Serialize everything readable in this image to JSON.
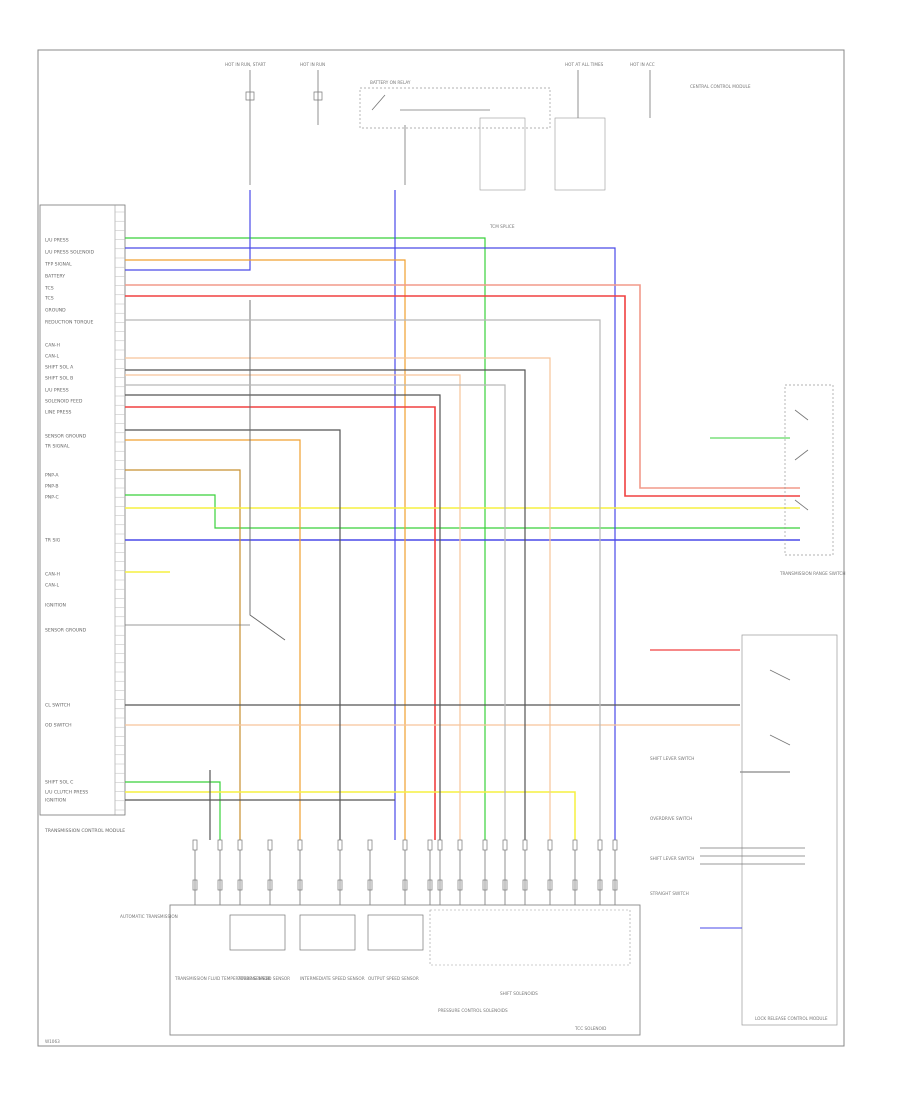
{
  "diagram": {
    "page_ref": "W1063",
    "tcm": {
      "name": "TRANSMISSION CONTROL MODULE",
      "pins": [
        "L/U PRESS",
        "L/U PRESS SOLENOID",
        "TFP SIGNAL",
        "BATTERY",
        "TCS",
        "TCS",
        "GROUND",
        "REDUCTION TORQUE",
        "CAN-H",
        "CAN-L",
        "SHIFT SOL A",
        "SHIFT SOL B",
        "L/U PRESS",
        "SOLENOID FEED",
        "LINE PRESS",
        "SENSOR GROUND",
        "TR SIGNAL",
        "PNP-A",
        "PNP-B",
        "PNP-C",
        "TR SIG",
        "CAN-H",
        "CAN-L",
        "IGNITION",
        "SENSOR GROUND",
        "CL SWITCH",
        "OD SWITCH",
        "SHIFT SOL C",
        "L/U CLUTCH PRESS",
        "IGNITION"
      ]
    },
    "top_labels": {
      "fuse_a": "HOT IN RUN, START",
      "fuse_b": "HOT IN RUN",
      "relay": "BATTERY ON RELAY",
      "fuse_c": "HOT AT ALL TIMES",
      "fuse_d": "HOT IN ACC",
      "module": "CENTRAL CONTROL MODULE",
      "splice": "TCM SPLICE"
    },
    "range_switch": {
      "title": "TRANSMISSION RANGE SWITCH",
      "wires": [
        "BRN/RED",
        "RED",
        "YEL",
        "GRN",
        "BLU"
      ]
    },
    "combo_switch": {
      "title": "SHIFT LEVER SWITCH",
      "items": [
        "OVERDRIVE SWITCH",
        "SHIFT LEVER SWITCH",
        "STRAIGHT SWITCH"
      ]
    },
    "transmission": {
      "title": "AUTOMATIC TRANSMISSION",
      "components": [
        "TRANSMISSION FLUID TEMPERATURE SENSOR",
        "TURBINE SPEED SENSOR",
        "INTERMEDIATE SPEED SENSOR",
        "OUTPUT SPEED SENSOR",
        "PRESSURE CONTROL SOLENOIDS",
        "SHIFT SOLENOIDS",
        "TCC SOLENOID"
      ]
    },
    "lower_module": "LOCK RELEASE CONTROL MODULE",
    "wire_colors": {
      "green": "#39d13b",
      "blue": "#4a4ae8",
      "orange": "#f0a030",
      "red": "#f04040",
      "salmon": "#f29a8a",
      "yellow": "#f6f040",
      "gray": "#555555",
      "lightgray": "#b8b8b8",
      "brown": "#c89030",
      "peach": "#f6c49a"
    }
  }
}
